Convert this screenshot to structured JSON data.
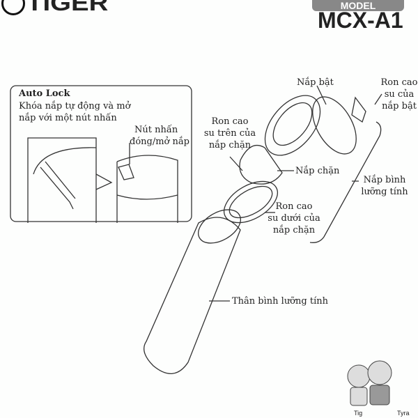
{
  "brand": {
    "logo": "TIGER",
    "model_tag": "MODEL",
    "model": "MCX-A1"
  },
  "auto_lock": {
    "title": "Auto Lock",
    "desc_1": "Khóa nắp tự động và mở",
    "desc_2": "nắp với một nút nhấn",
    "button_1": "Nút nhấn",
    "button_2": "đóng/mở nắp"
  },
  "parts": {
    "flip_lid": "Nắp bật",
    "flip_gasket": [
      "Ron cao",
      "su của",
      "nắp bật"
    ],
    "upper_gasket": [
      "Ron cao",
      "su trên của",
      "nắp chặn"
    ],
    "stopper": "Nắp chặn",
    "lid_group": [
      "Nắp bình",
      "lưỡng tính"
    ],
    "lower_gasket": [
      "Ron cao",
      "su dưới của",
      "nắp chặn"
    ],
    "body": "Thân bình lưỡng tính"
  },
  "mascots": {
    "left": "Tig",
    "right": "Tyra"
  }
}
